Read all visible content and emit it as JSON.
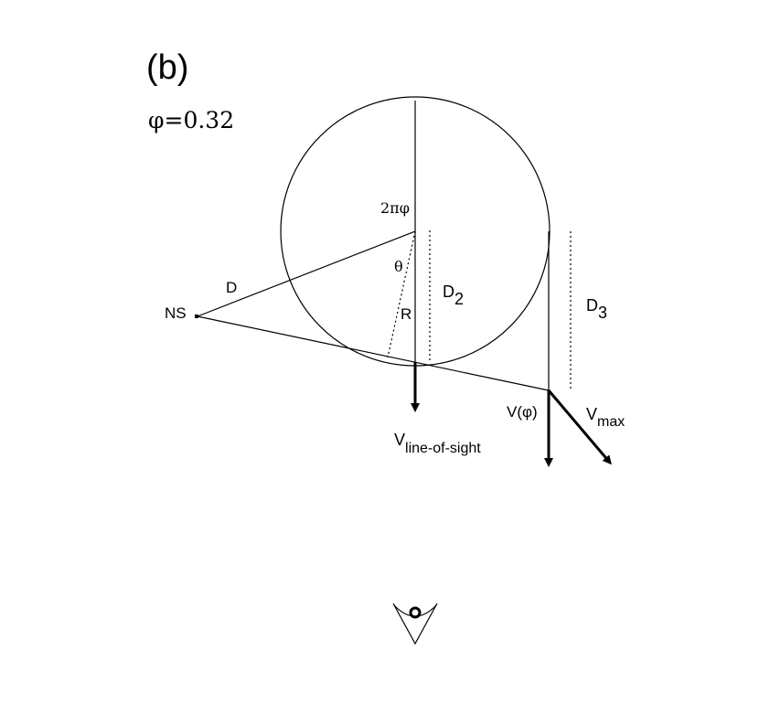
{
  "panel_label": "(b)",
  "phase_label": "φ=0.32",
  "labels": {
    "angle_2piphi": "2πφ",
    "theta": "θ",
    "D": "D",
    "NS": "NS",
    "R": "R",
    "D2_base": "D",
    "D2_sub": "2",
    "D3_base": "D",
    "D3_sub": "3",
    "v_phi": "V(φ)",
    "v_max_base": "V",
    "v_max_sub": "max",
    "v_los_base": "V",
    "v_los_sub": "line-of-sight"
  },
  "colors": {
    "stroke": "#000000",
    "background": "#ffffff"
  }
}
